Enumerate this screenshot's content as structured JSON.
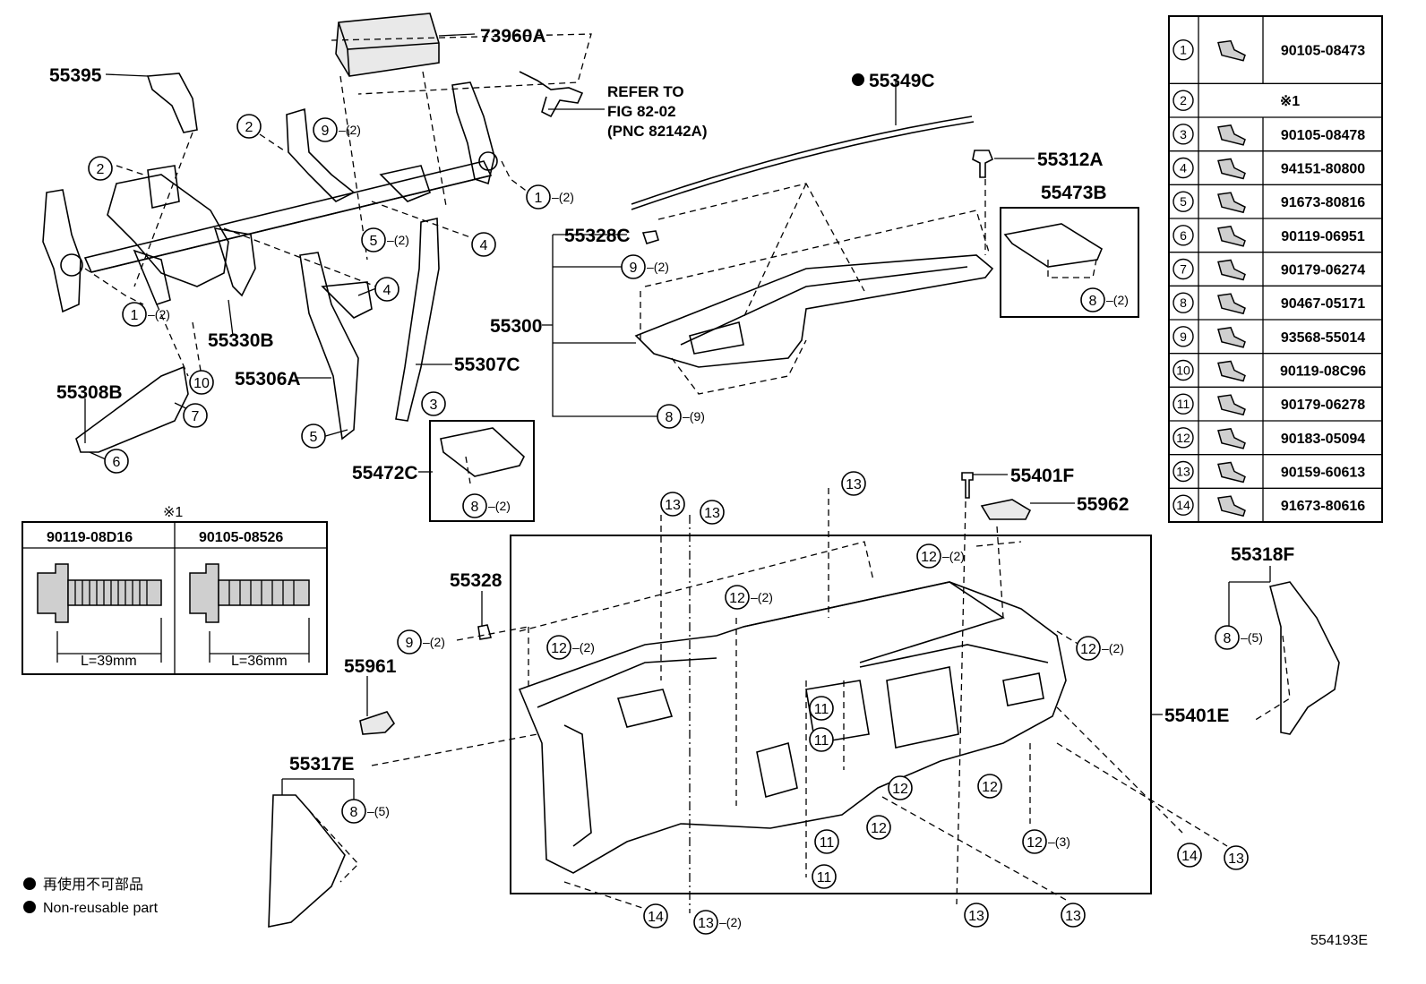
{
  "figure_id": "554193E",
  "callout_labels": {
    "p73960A": "73960A",
    "p55395": "55395",
    "p55349C": "55349C",
    "p55312A": "55312A",
    "p55473B": "55473B",
    "p55328C": "55328C",
    "p55300": "55300",
    "p55330B": "55330B",
    "p55306A": "55306A",
    "p55307C": "55307C",
    "p55308B": "55308B",
    "p55472C": "55472C",
    "p55401F": "55401F",
    "p55962": "55962",
    "p55328": "55328",
    "p55961": "55961",
    "p55318F": "55318F",
    "p55401E": "55401E",
    "p55317E": "55317E"
  },
  "refer": {
    "line1": "REFER TO",
    "line2": "FIG 82-02",
    "line3": "(PNC 82142A)"
  },
  "circle_refs": [
    {
      "num": "9",
      "qty": "(2)"
    },
    {
      "num": "2",
      "qty": ""
    },
    {
      "num": "2",
      "qty": ""
    },
    {
      "num": "1",
      "qty": "(2)"
    },
    {
      "num": "5",
      "qty": "(2)"
    },
    {
      "num": "4",
      "qty": ""
    },
    {
      "num": "4",
      "qty": ""
    },
    {
      "num": "1",
      "qty": "(2)"
    },
    {
      "num": "10",
      "qty": ""
    },
    {
      "num": "7",
      "qty": ""
    },
    {
      "num": "6",
      "qty": ""
    },
    {
      "num": "5",
      "qty": ""
    },
    {
      "num": "3",
      "qty": ""
    },
    {
      "num": "9",
      "qty": "(2)"
    },
    {
      "num": "8",
      "qty": "(9)"
    },
    {
      "num": "8",
      "qty": "(2)"
    },
    {
      "num": "8",
      "qty": "(2)"
    },
    {
      "num": "13",
      "qty": ""
    },
    {
      "num": "13",
      "qty": ""
    },
    {
      "num": "13",
      "qty": ""
    },
    {
      "num": "12",
      "qty": "(2)"
    },
    {
      "num": "12",
      "qty": "(2)"
    },
    {
      "num": "12",
      "qty": "(2)"
    },
    {
      "num": "12",
      "qty": "(2)"
    },
    {
      "num": "9",
      "qty": "(2)"
    },
    {
      "num": "8",
      "qty": "(5)"
    },
    {
      "num": "11",
      "qty": ""
    },
    {
      "num": "11",
      "qty": ""
    },
    {
      "num": "12",
      "qty": ""
    },
    {
      "num": "12",
      "qty": ""
    },
    {
      "num": "12",
      "qty": ""
    },
    {
      "num": "11",
      "qty": ""
    },
    {
      "num": "11",
      "qty": ""
    },
    {
      "num": "12",
      "qty": "(3)"
    },
    {
      "num": "14",
      "qty": ""
    },
    {
      "num": "13",
      "qty": ""
    },
    {
      "num": "8",
      "qty": "(5)"
    },
    {
      "num": "14",
      "qty": ""
    },
    {
      "num": "13",
      "qty": "(2)"
    },
    {
      "num": "13",
      "qty": ""
    },
    {
      "num": "13",
      "qty": ""
    }
  ],
  "parts_table": {
    "rows": [
      {
        "num": "1",
        "part": "90105-08473"
      },
      {
        "num": "2",
        "part": "※1"
      },
      {
        "num": "3",
        "part": "90105-08478"
      },
      {
        "num": "4",
        "part": "94151-80800"
      },
      {
        "num": "5",
        "part": "91673-80816"
      },
      {
        "num": "6",
        "part": "90119-06951"
      },
      {
        "num": "7",
        "part": "90179-06274"
      },
      {
        "num": "8",
        "part": "90467-05171"
      },
      {
        "num": "9",
        "part": "93568-55014"
      },
      {
        "num": "10",
        "part": "90119-08C96"
      },
      {
        "num": "11",
        "part": "90179-06278"
      },
      {
        "num": "12",
        "part": "90183-05094"
      },
      {
        "num": "13",
        "part": "90159-60613"
      },
      {
        "num": "14",
        "part": "91673-80616"
      }
    ]
  },
  "note1": {
    "mark": "※1",
    "left_part": "90119-08D16",
    "right_part": "90105-08526",
    "left_length": "L=39mm",
    "right_length": "L=36mm"
  },
  "legend": {
    "jp": "再使用不可部品",
    "en": "Non-reusable part"
  }
}
